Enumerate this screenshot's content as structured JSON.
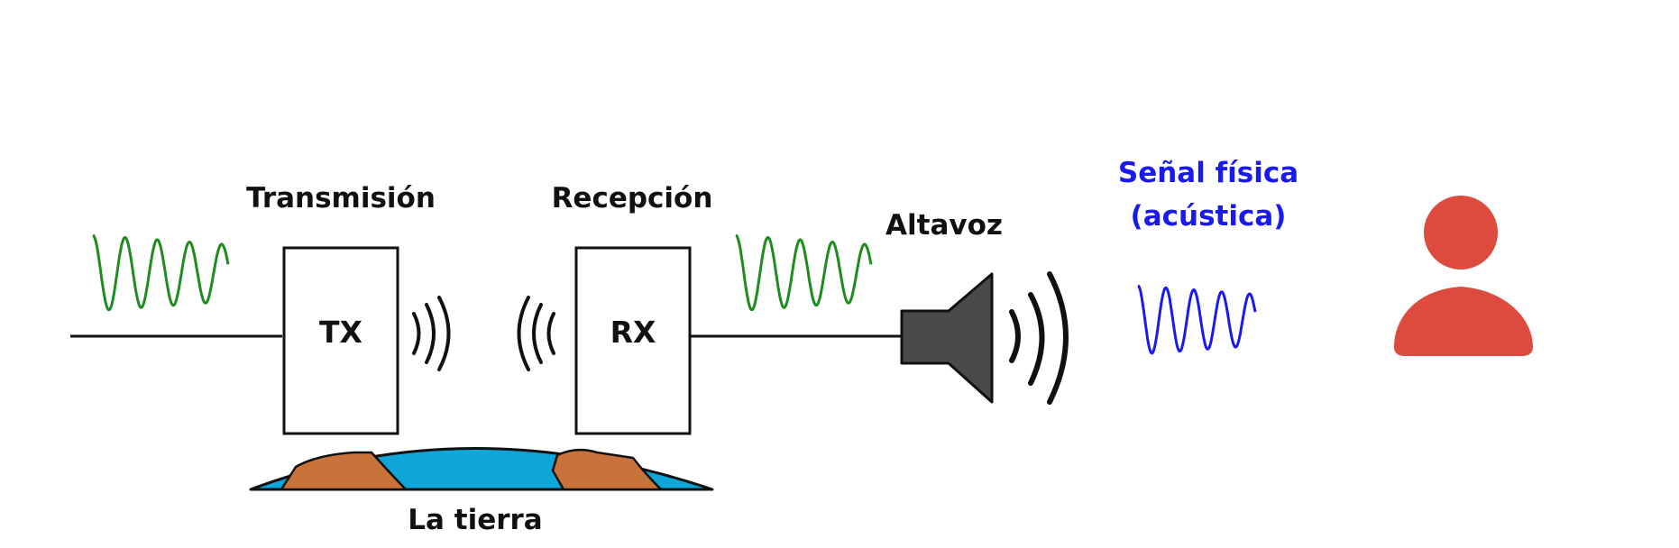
{
  "diagram": {
    "labels": {
      "transmission": "Transmisión",
      "reception": "Recepción",
      "speaker": "Altavoz",
      "physical_signal_line1": "Señal física",
      "physical_signal_line2": "(acústica)",
      "earth": "La tierra"
    },
    "blocks": {
      "tx": "TX",
      "rx": "RX"
    },
    "icons": {
      "input_wave": "sine-wave-icon",
      "tx_radio_waves": "radio-waves-icon",
      "rx_radio_waves": "radio-waves-icon",
      "output_wave": "sine-wave-icon",
      "speaker": "speaker-icon",
      "sound_waves": "sound-waves-icon",
      "acoustic_wave": "sine-wave-icon",
      "listener": "person-icon",
      "earth": "earth-icon"
    },
    "colors": {
      "electrical_signal": "#1f8c1f",
      "acoustic_signal": "#1a1aee",
      "acoustic_label": "#1a1aee",
      "person": "#dd4b3e",
      "speaker": "#4a4a4a",
      "ocean": "#0ea5d8",
      "land": "#c8733a",
      "line": "#111111"
    }
  }
}
